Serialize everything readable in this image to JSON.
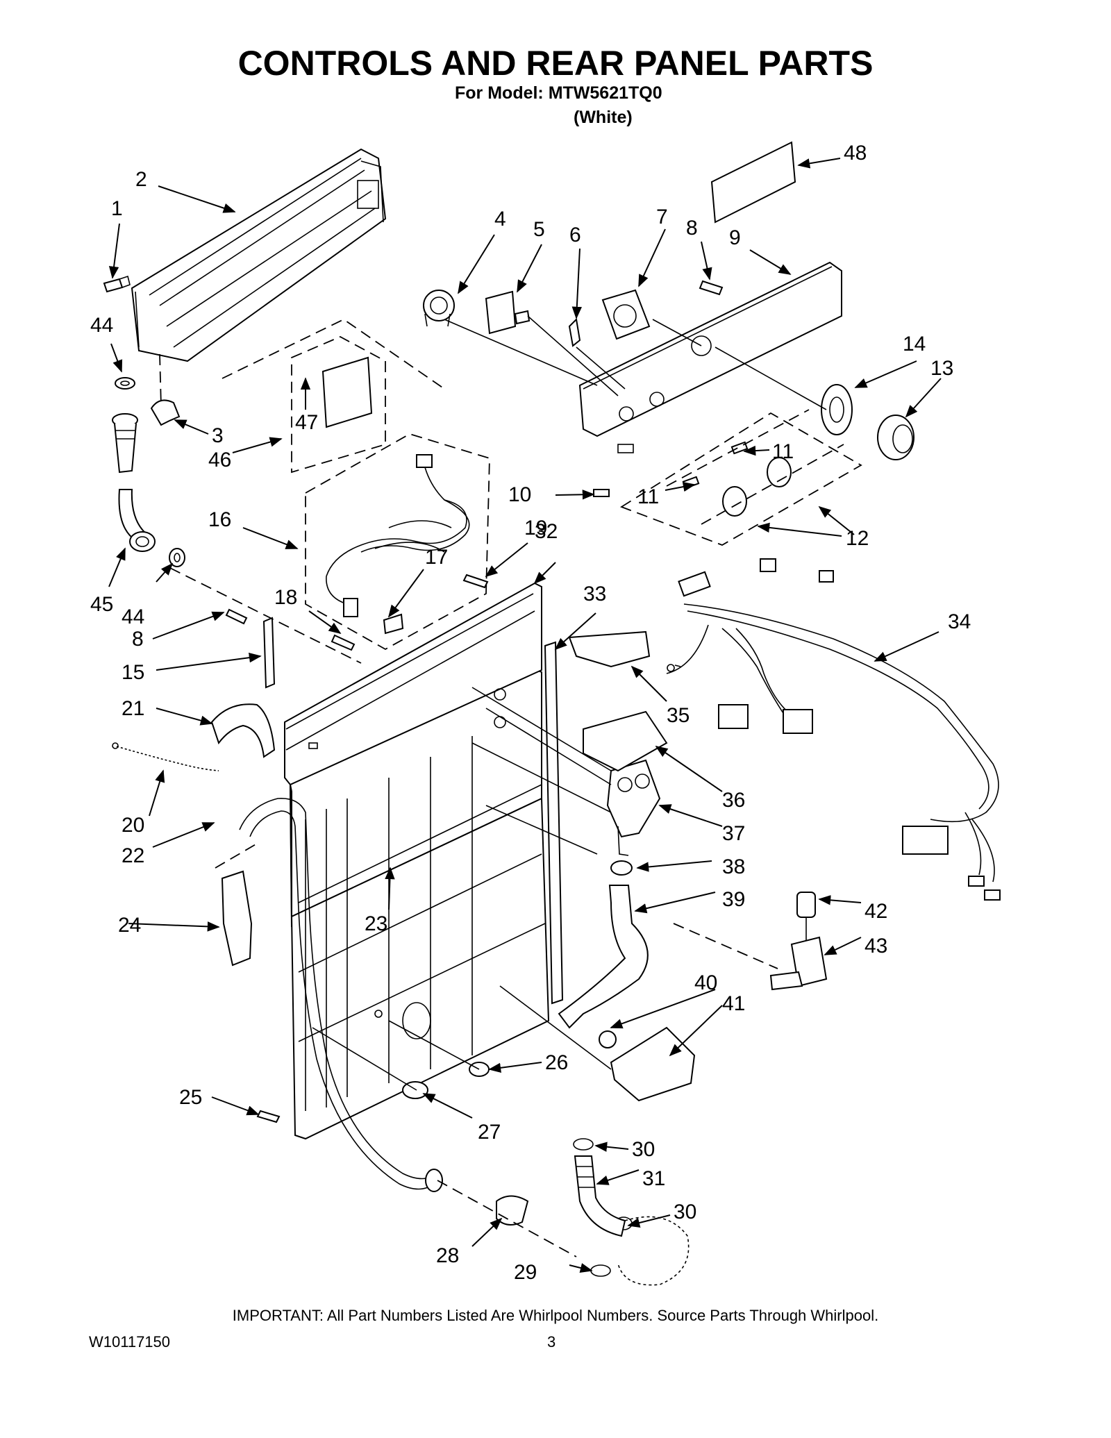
{
  "header": {
    "title": "CONTROLS AND REAR PANEL PARTS",
    "model_line": "For Model: MTW5621TQ0",
    "color_line": "(White)"
  },
  "footer": {
    "important_note": "IMPORTANT: All Part Numbers Listed Are Whirlpool Numbers. Source Parts Through Whirlpool.",
    "document_id": "W10117150",
    "page_number": "3"
  },
  "callouts": [
    {
      "id": "c1",
      "text": "1"
    },
    {
      "id": "c2",
      "text": "2"
    },
    {
      "id": "c3",
      "text": "3"
    },
    {
      "id": "c4",
      "text": "4"
    },
    {
      "id": "c5",
      "text": "5"
    },
    {
      "id": "c6",
      "text": "6"
    },
    {
      "id": "c7",
      "text": "7"
    },
    {
      "id": "c8a",
      "text": "8"
    },
    {
      "id": "c9",
      "text": "9"
    },
    {
      "id": "c10",
      "text": "10"
    },
    {
      "id": "c11a",
      "text": "11"
    },
    {
      "id": "c11b",
      "text": "11"
    },
    {
      "id": "c12",
      "text": "12"
    },
    {
      "id": "c13",
      "text": "13"
    },
    {
      "id": "c14",
      "text": "14"
    },
    {
      "id": "c15",
      "text": "15"
    },
    {
      "id": "c16",
      "text": "16"
    },
    {
      "id": "c17",
      "text": "17"
    },
    {
      "id": "c18",
      "text": "18"
    },
    {
      "id": "c19",
      "text": "19"
    },
    {
      "id": "c20",
      "text": "20"
    },
    {
      "id": "c21",
      "text": "21"
    },
    {
      "id": "c22",
      "text": "22"
    },
    {
      "id": "c23",
      "text": "23"
    },
    {
      "id": "c24",
      "text": "24"
    },
    {
      "id": "c25",
      "text": "25"
    },
    {
      "id": "c26",
      "text": "26"
    },
    {
      "id": "c27",
      "text": "27"
    },
    {
      "id": "c28",
      "text": "28"
    },
    {
      "id": "c29",
      "text": "29"
    },
    {
      "id": "c30a",
      "text": "30"
    },
    {
      "id": "c30b",
      "text": "30"
    },
    {
      "id": "c31",
      "text": "31"
    },
    {
      "id": "c32",
      "text": "32"
    },
    {
      "id": "c33",
      "text": "33"
    },
    {
      "id": "c34",
      "text": "34"
    },
    {
      "id": "c35",
      "text": "35"
    },
    {
      "id": "c36",
      "text": "36"
    },
    {
      "id": "c37",
      "text": "37"
    },
    {
      "id": "c38",
      "text": "38"
    },
    {
      "id": "c39",
      "text": "39"
    },
    {
      "id": "c40",
      "text": "40"
    },
    {
      "id": "c41",
      "text": "41"
    },
    {
      "id": "c42",
      "text": "42"
    },
    {
      "id": "c43",
      "text": "43"
    },
    {
      "id": "c44a",
      "text": "44"
    },
    {
      "id": "c44b",
      "text": "44"
    },
    {
      "id": "c45",
      "text": "45"
    },
    {
      "id": "c46",
      "text": "46"
    },
    {
      "id": "c47",
      "text": "47"
    },
    {
      "id": "c48",
      "text": "48"
    },
    {
      "id": "c8b",
      "text": "8"
    }
  ]
}
